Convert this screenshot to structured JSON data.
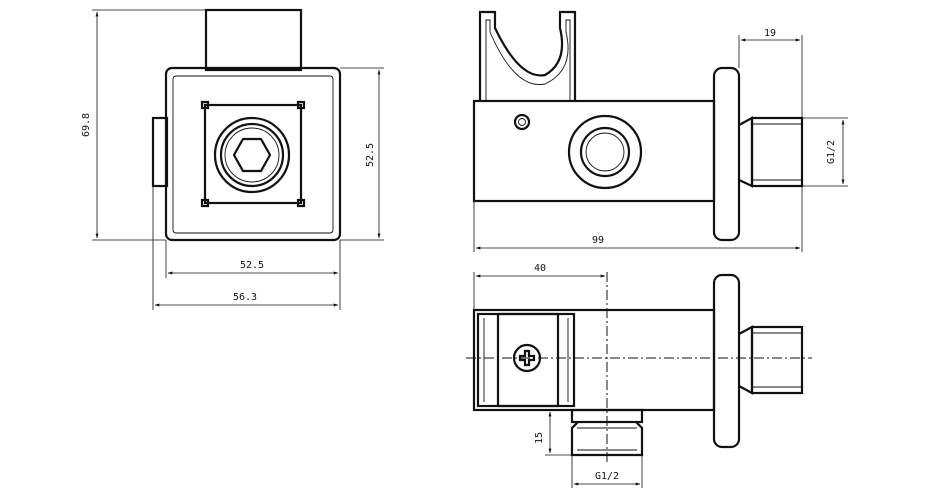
{
  "drawing": {
    "front_view": {
      "dim_height_left": "69.8",
      "dim_height_right": "52.5",
      "dim_width_inner": "52.5",
      "dim_width_outer": "56.3"
    },
    "side_view": {
      "dim_length": "99",
      "dim_thread_length": "19",
      "dim_thread": "G1/2"
    },
    "top_view": {
      "dim_offset": "40",
      "dim_outlet_height": "15",
      "dim_outlet_thread": "G1/2"
    }
  }
}
